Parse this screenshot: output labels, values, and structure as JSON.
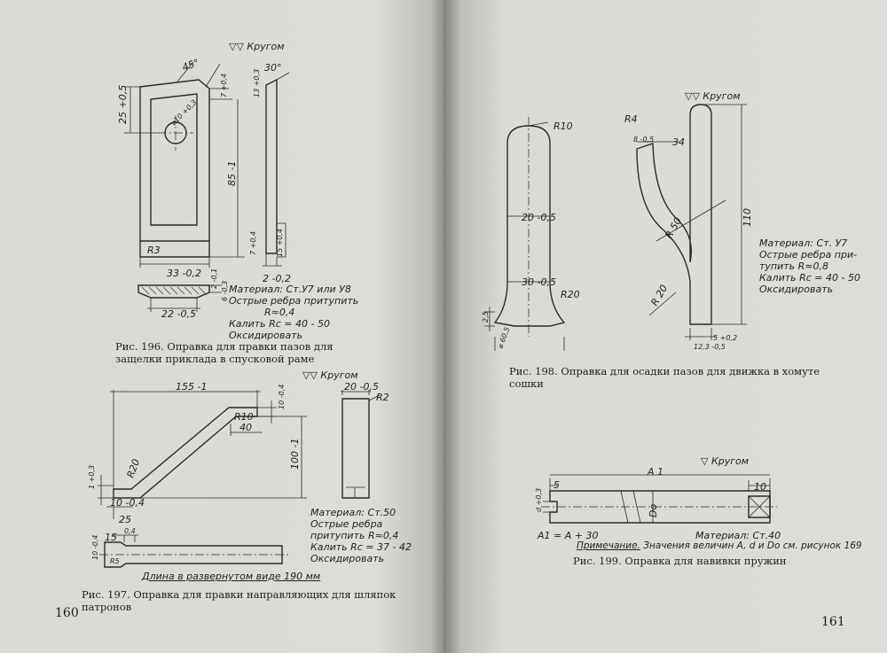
{
  "left_page": {
    "page_number": "160",
    "fig196": {
      "surface_mark": "▽▽ Кругом",
      "dims": {
        "d1": "45°",
        "d2": "25 +0,5",
        "d3": "7 +0,4",
        "d4": "13 +0,3",
        "d5": "30°",
        "d6": "⌀10 +0,3",
        "d7": "85 -1",
        "d8": "R3",
        "d9": "7 +0,4",
        "d10": "15 +0,4",
        "d11": "33 -0,2",
        "d12": "2 -0,2",
        "d13": "2 -0,1",
        "d14": "6 -0,3",
        "d15": "22 -0,5"
      },
      "notes": [
        "Материал: Ст.У7 или У8",
        "Острые ребра притупить",
        "R≈0,4",
        "Калить Rc = 40 - 50",
        "Оксидировать"
      ],
      "caption": "Рис. 196. Оправка для правки пазов для защелки приклада в спусковой раме"
    },
    "fig197": {
      "surface_mark": "▽▽ Кругом",
      "dims": {
        "d1": "155 -1",
        "d2": "10 -0,4",
        "d3": "R10",
        "d4": "40",
        "d5": "100 -1",
        "d6": "R20",
        "d7": "1 +0,3",
        "d8": "10 -0,4",
        "d9": "25",
        "d10": "20 -0,5",
        "d11": "R2",
        "d12": "15",
        "d13": "0,4",
        "d14": "10 -0,4",
        "d15": "R5"
      },
      "notes": [
        "Материал: Ст.50",
        "Острые ребра",
        "притупить R≈0,4",
        "Калить Rc = 37 - 42",
        "Оксидировать"
      ],
      "length_note": "Длина в развернутом виде 190 мм",
      "caption": "Рис. 197. Оправка для правки направляющих для шляпок патронов"
    }
  },
  "right_page": {
    "page_number": "161",
    "fig198": {
      "surface_mark": "▽▽ Кругом",
      "dims": {
        "d1": "R10",
        "d2": "20 -0,5",
        "d3": "30 -0,5",
        "d4": "R20",
        "d5": "2,5",
        "d6": "⌀ 60,5",
        "d7": "R4",
        "d8": "8 -0,5",
        "d9": "34",
        "d10": "R 50",
        "d11": "110",
        "d12": "R 20",
        "d13": "12,3 -0,5",
        "d14": "5 +0,2"
      },
      "notes": [
        "Материал: Ст. У7",
        "Острые ребра при-",
        "тупить R≈0,8",
        "Калить Rc = 40 - 50",
        "Оксидировать"
      ],
      "caption": "Рис. 198. Оправка для осадки пазов для движка в хомуте сошки"
    },
    "fig199": {
      "surface_mark": "▽ Кругом",
      "dims": {
        "d1": "A 1",
        "d2": "5",
        "d3": "10",
        "d4": "d +0,3",
        "d5": "Do"
      },
      "left_note": "A1 = A + 30",
      "material": "Материал: Ст.40",
      "remark_label": "Примечание.",
      "remark_text": "Значения величин A, d и Do см. рисунок 169",
      "caption": "Рис. 199. Оправка для навивки пружин"
    }
  }
}
